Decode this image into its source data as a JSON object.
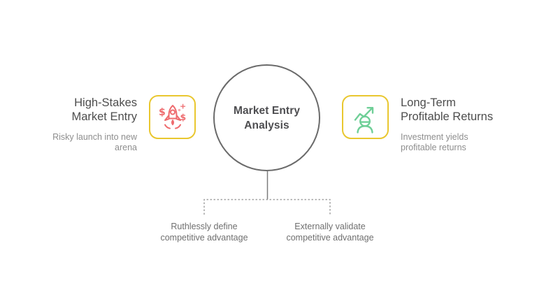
{
  "colors": {
    "coral": "#ee6b6e",
    "green": "#6fcf97",
    "icon_box_border": "#e9c72f",
    "circle_border": "#6a6a6a",
    "connector_solid": "#7c7c7c",
    "connector_dashed": "#a2a2a2",
    "title_text": "#4d4d4d",
    "subtitle_text": "#8e8e8e",
    "label_text": "#6f6f6f",
    "center_text": "#4d4d50"
  },
  "center_node": {
    "title_lines": [
      "Market Entry",
      "Analysis"
    ]
  },
  "left_branch": {
    "title_lines": [
      "High-Stakes",
      "Market Entry"
    ],
    "subtitle_lines": [
      "Risky launch into new",
      "arena"
    ],
    "icon": "rocket-with-dollar-signs",
    "icon_symbols": {
      "dollar_left": "$",
      "dollar_right": "$",
      "plus": "+"
    }
  },
  "right_branch": {
    "title_lines": [
      "Long-Term",
      "Profitable Returns"
    ],
    "subtitle_lines": [
      "Investment yields",
      "profitable returns"
    ],
    "icon": "person-with-growth-arrow"
  },
  "bottom_branches": [
    {
      "lines": [
        "Ruthlessly define",
        "competitive advantage"
      ]
    },
    {
      "lines": [
        "Externally validate",
        "competitive advantage"
      ]
    }
  ]
}
